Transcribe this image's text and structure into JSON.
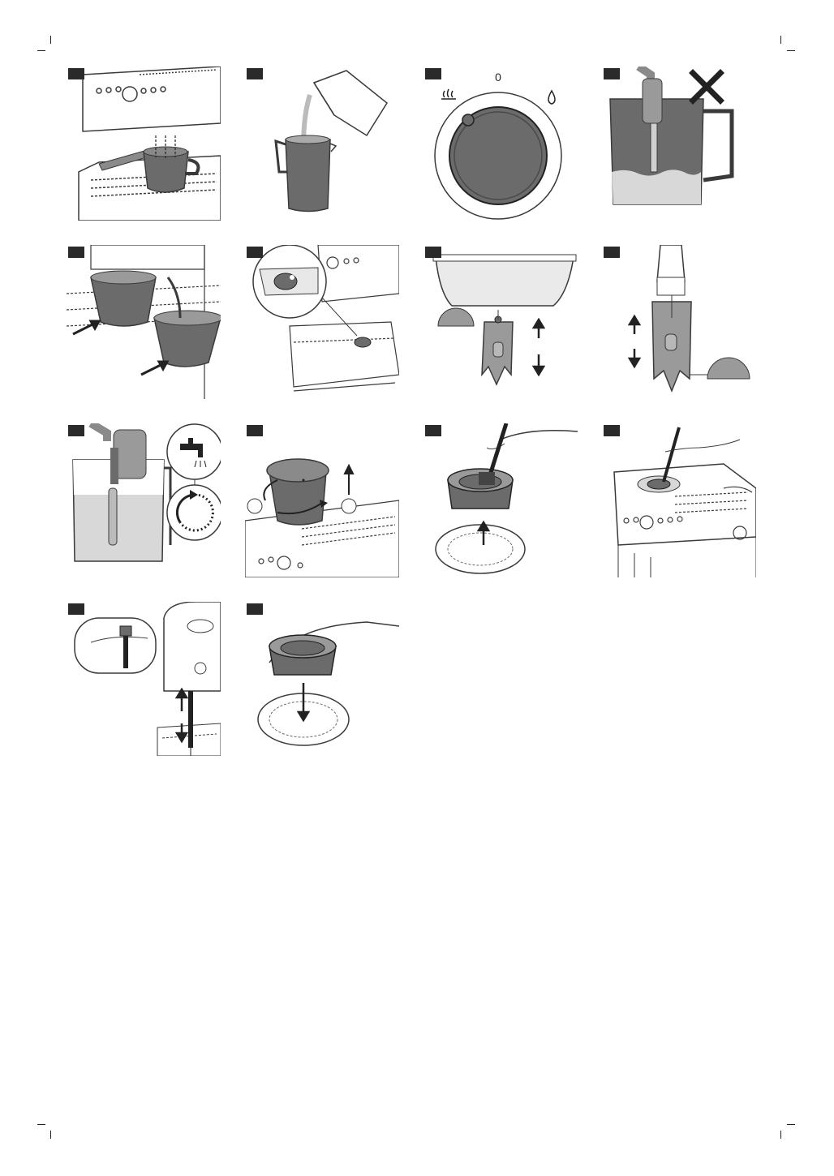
{
  "document": {
    "type": "instruction-illustrations",
    "panels": [
      {
        "row": 1,
        "col": 1,
        "icon": "espresso-cup-under-portafilter"
      },
      {
        "row": 1,
        "col": 2,
        "icon": "pour-milk-into-jug"
      },
      {
        "row": 1,
        "col": 3,
        "icon": "steam-dial",
        "dial": {
          "top_label": "0"
        }
      },
      {
        "row": 1,
        "col": 4,
        "icon": "steam-wand-in-jug-wrong"
      },
      {
        "row": 2,
        "col": 1,
        "icon": "remove-drip-trays"
      },
      {
        "row": 2,
        "col": 2,
        "icon": "drip-tray-float-detail"
      },
      {
        "row": 2,
        "col": 3,
        "icon": "float-clip-up-down"
      },
      {
        "row": 2,
        "col": 4,
        "icon": "float-clip-vertical"
      },
      {
        "row": 3,
        "col": 1,
        "icon": "rinse-steam-wand"
      },
      {
        "row": 3,
        "col": 2,
        "icon": "remove-bean-hopper"
      },
      {
        "row": 3,
        "col": 3,
        "icon": "brush-burr-ring"
      },
      {
        "row": 3,
        "col": 4,
        "icon": "brush-grinder-chamber"
      },
      {
        "row": 4,
        "col": 1,
        "icon": "insert-cleaning-spring"
      },
      {
        "row": 4,
        "col": 2,
        "icon": "reinsert-burr-ring"
      }
    ],
    "colors": {
      "line": "#3a3a3a",
      "fill_dark": "#6b6b6b",
      "fill_mid": "#9a9a9a",
      "fill_light": "#d8d8d8",
      "badge": "#2a2a2a"
    }
  }
}
